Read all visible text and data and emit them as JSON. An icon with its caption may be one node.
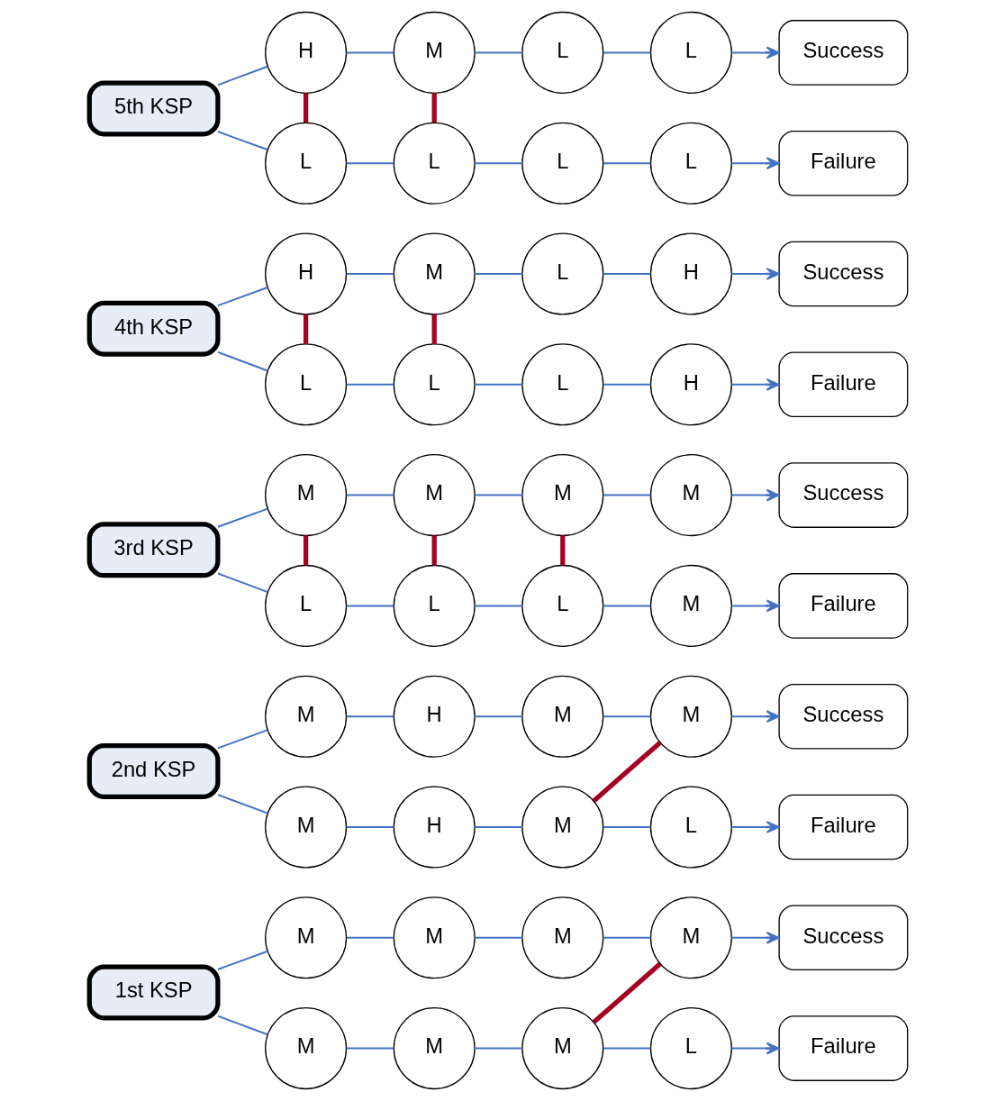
{
  "diagram": {
    "nodes": [
      {
        "text": [
          "1st KSP"
        ]
      },
      {
        "text": [
          "M"
        ]
      },
      {
        "text": [
          "M"
        ]
      },
      {
        "text": [
          "M"
        ]
      },
      {
        "text": [
          "M"
        ]
      },
      {
        "text": [
          "Success"
        ]
      },
      {
        "text": [
          "M"
        ]
      },
      {
        "text": [
          "M"
        ]
      },
      {
        "text": [
          "M"
        ]
      },
      {
        "text": [
          "L"
        ]
      },
      {
        "text": [
          "Failure"
        ]
      },
      {
        "text": [
          "2nd KSP"
        ]
      },
      {
        "text": [
          "M"
        ]
      },
      {
        "text": [
          "H"
        ]
      },
      {
        "text": [
          "M"
        ]
      },
      {
        "text": [
          "M"
        ]
      },
      {
        "text": [
          "Success"
        ]
      },
      {
        "text": [
          "M"
        ]
      },
      {
        "text": [
          "H"
        ]
      },
      {
        "text": [
          "M"
        ]
      },
      {
        "text": [
          "L"
        ]
      },
      {
        "text": [
          "Failure"
        ]
      },
      {
        "text": [
          "3rd KSP"
        ]
      },
      {
        "text": [
          "M"
        ]
      },
      {
        "text": [
          "M"
        ]
      },
      {
        "text": [
          "M"
        ]
      },
      {
        "text": [
          "M"
        ]
      },
      {
        "text": [
          "Success"
        ]
      },
      {
        "text": [
          "L"
        ]
      },
      {
        "text": [
          "L"
        ]
      },
      {
        "text": [
          "L"
        ]
      },
      {
        "text": [
          "M"
        ]
      },
      {
        "text": [
          "Failure"
        ]
      },
      {
        "text": [
          "4th KSP"
        ]
      },
      {
        "text": [
          "H"
        ]
      },
      {
        "text": [
          "M"
        ]
      },
      {
        "text": [
          "L"
        ]
      },
      {
        "text": [
          "H"
        ]
      },
      {
        "text": [
          "Success"
        ]
      },
      {
        "text": [
          "L"
        ]
      },
      {
        "text": [
          "L"
        ]
      },
      {
        "text": [
          "L"
        ]
      },
      {
        "text": [
          "H"
        ]
      },
      {
        "text": [
          "Failure"
        ]
      },
      {
        "text": [
          "5th KSP"
        ]
      },
      {
        "text": [
          "H"
        ]
      },
      {
        "text": [
          "M"
        ]
      },
      {
        "text": [
          "L"
        ]
      },
      {
        "text": [
          "L"
        ]
      },
      {
        "text": [
          "Success"
        ]
      },
      {
        "text": [
          "L"
        ]
      },
      {
        "text": [
          "L"
        ]
      },
      {
        "text": [
          "L"
        ]
      },
      {
        "text": [
          "L"
        ]
      },
      {
        "text": [
          "Failure"
        ]
      }
    ],
    "edges": [
      {
        "from": 0,
        "to": 1,
        "arrow": "none"
      },
      {
        "from": 1,
        "to": 2,
        "arrow": "none"
      },
      {
        "from": 2,
        "to": 3,
        "arrow": "none"
      },
      {
        "from": 3,
        "to": 4,
        "arrow": "none"
      },
      {
        "from": 4,
        "to": 5,
        "arrow": "to"
      },
      {
        "from": 0,
        "to": 6,
        "arrow": "none"
      },
      {
        "from": 6,
        "to": 7,
        "arrow": "none"
      },
      {
        "from": 7,
        "to": 8,
        "arrow": "none"
      },
      {
        "from": 8,
        "to": 9,
        "arrow": "none"
      },
      {
        "from": 9,
        "to": 10,
        "arrow": "to"
      },
      {
        "from": 8,
        "to": 4,
        "arrow": "none",
        "style": "thick",
        "color": "#a50021"
      },
      {
        "from": 11,
        "to": 12,
        "arrow": "none"
      },
      {
        "from": 12,
        "to": 13,
        "arrow": "none"
      },
      {
        "from": 13,
        "to": 14,
        "arrow": "none"
      },
      {
        "from": 14,
        "to": 15,
        "arrow": "none"
      },
      {
        "from": 15,
        "to": 16,
        "arrow": "to"
      },
      {
        "from": 11,
        "to": 17,
        "arrow": "none"
      },
      {
        "from": 17,
        "to": 18,
        "arrow": "none"
      },
      {
        "from": 18,
        "to": 19,
        "arrow": "none"
      },
      {
        "from": 19,
        "to": 20,
        "arrow": "none"
      },
      {
        "from": 20,
        "to": 21,
        "arrow": "to"
      },
      {
        "from": 19,
        "to": 15,
        "arrow": "none",
        "style": "thick",
        "color": "#a50021"
      },
      {
        "from": 22,
        "to": 23,
        "arrow": "none"
      },
      {
        "from": 23,
        "to": 24,
        "arrow": "none"
      },
      {
        "from": 24,
        "to": 25,
        "arrow": "none"
      },
      {
        "from": 25,
        "to": 26,
        "arrow": "none"
      },
      {
        "from": 26,
        "to": 27,
        "arrow": "to"
      },
      {
        "from": 22,
        "to": 28,
        "arrow": "none"
      },
      {
        "from": 28,
        "to": 29,
        "arrow": "none"
      },
      {
        "from": 29,
        "to": 30,
        "arrow": "none"
      },
      {
        "from": 30,
        "to": 31,
        "arrow": "none"
      },
      {
        "from": 31,
        "to": 32,
        "arrow": "to"
      },
      {
        "from": 23,
        "to": 28,
        "arrow": "none",
        "style": "thick",
        "color": "#a50021"
      },
      {
        "from": 24,
        "to": 29,
        "arrow": "none",
        "style": "thick",
        "color": "#a50021"
      },
      {
        "from": 25,
        "to": 30,
        "arrow": "none",
        "style": "thick",
        "color": "#a50021"
      },
      {
        "from": 33,
        "to": 34,
        "arrow": "none"
      },
      {
        "from": 34,
        "to": 35,
        "arrow": "none"
      },
      {
        "from": 35,
        "to": 36,
        "arrow": "none"
      },
      {
        "from": 36,
        "to": 37,
        "arrow": "none"
      },
      {
        "from": 37,
        "to": 38,
        "arrow": "to"
      },
      {
        "from": 33,
        "to": 39,
        "arrow": "none"
      },
      {
        "from": 39,
        "to": 40,
        "arrow": "none"
      },
      {
        "from": 40,
        "to": 41,
        "arrow": "none"
      },
      {
        "from": 41,
        "to": 42,
        "arrow": "none"
      },
      {
        "from": 42,
        "to": 43,
        "arrow": "to"
      },
      {
        "from": 34,
        "to": 39,
        "arrow": "none",
        "style": "thick",
        "color": "#a50021"
      },
      {
        "from": 35,
        "to": 40,
        "arrow": "none",
        "style": "thick",
        "color": "#a50021"
      },
      {
        "from": 44,
        "to": 45,
        "arrow": "none"
      },
      {
        "from": 45,
        "to": 46,
        "arrow": "none"
      },
      {
        "from": 46,
        "to": 47,
        "arrow": "none"
      },
      {
        "from": 47,
        "to": 48,
        "arrow": "none"
      },
      {
        "from": 48,
        "to": 49,
        "arrow": "to"
      },
      {
        "from": 44,
        "to": 50,
        "arrow": "none"
      },
      {
        "from": 50,
        "to": 51,
        "arrow": "none"
      },
      {
        "from": 51,
        "to": 52,
        "arrow": "none"
      },
      {
        "from": 52,
        "to": 53,
        "arrow": "none"
      },
      {
        "from": 53,
        "to": 54,
        "arrow": "to"
      },
      {
        "from": 45,
        "to": 50,
        "arrow": "none",
        "style": "thick",
        "color": "#a50021"
      },
      {
        "from": 46,
        "to": 51,
        "arrow": "none",
        "style": "thick",
        "color": "#a50021"
      }
    ]
  }
}
